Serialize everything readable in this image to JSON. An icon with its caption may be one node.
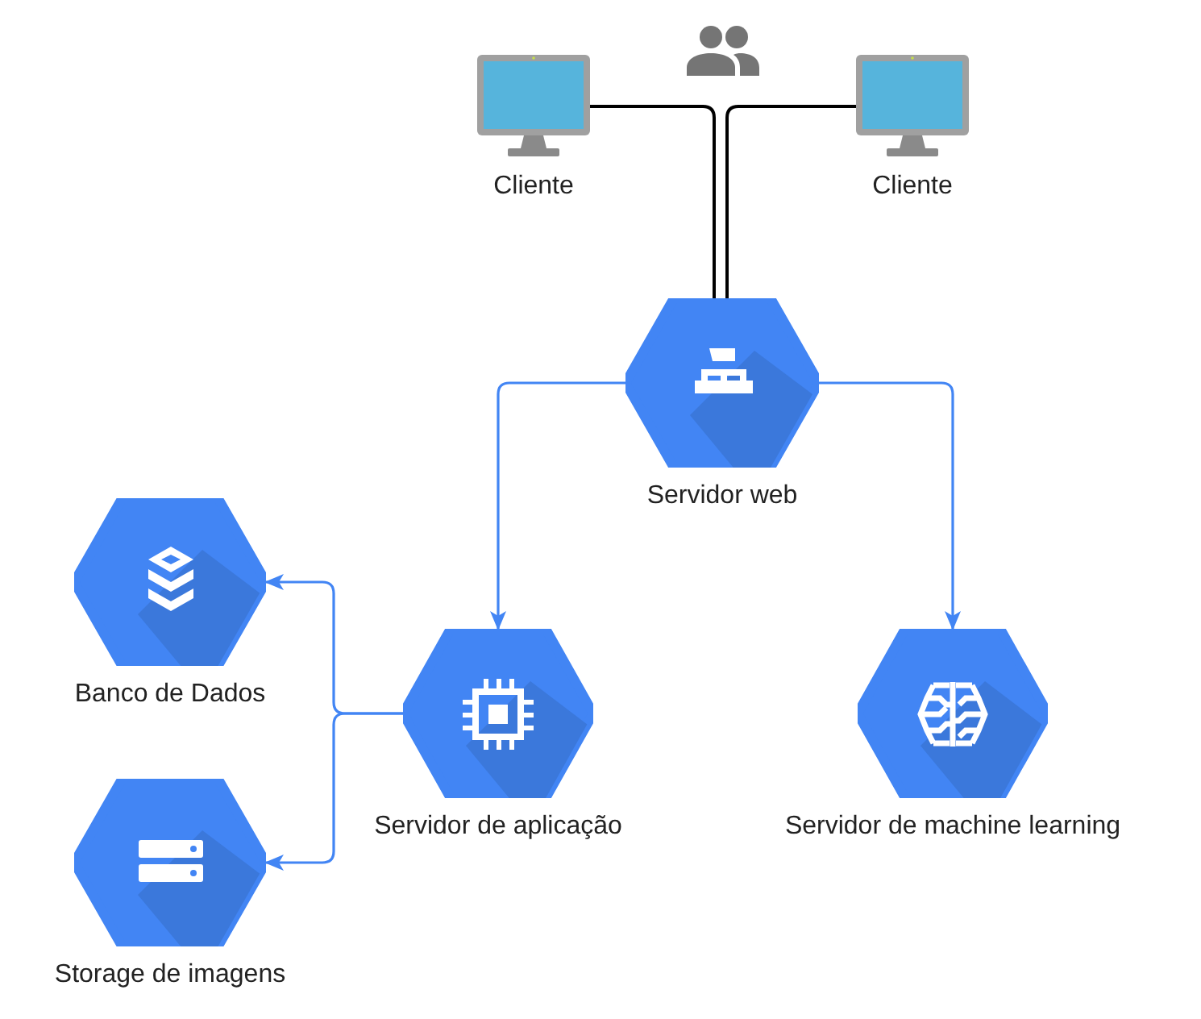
{
  "diagram": {
    "nodes": [
      {
        "text": [
          "Cliente"
        ]
      },
      {
        "text": [
          "Cliente"
        ]
      },
      {
        "text": [
          "Servidor web"
        ]
      },
      {
        "text": [
          "Servidor de aplicação"
        ]
      },
      {
        "text": [
          "Servidor de machine learning"
        ]
      },
      {
        "text": [
          "Banco de Dados"
        ]
      },
      {
        "text": [
          "Storage de imagens"
        ]
      }
    ],
    "edges": [
      {
        "from": 0,
        "to": 2,
        "arrow": "none",
        "color": "#000000"
      },
      {
        "from": 1,
        "to": 2,
        "arrow": "none",
        "color": "#000000"
      },
      {
        "from": 2,
        "to": 3,
        "arrow": "to"
      },
      {
        "from": 2,
        "to": 4,
        "arrow": "to"
      },
      {
        "from": 3,
        "to": 5,
        "arrow": "to"
      },
      {
        "from": 3,
        "to": 6,
        "arrow": "to"
      }
    ]
  }
}
